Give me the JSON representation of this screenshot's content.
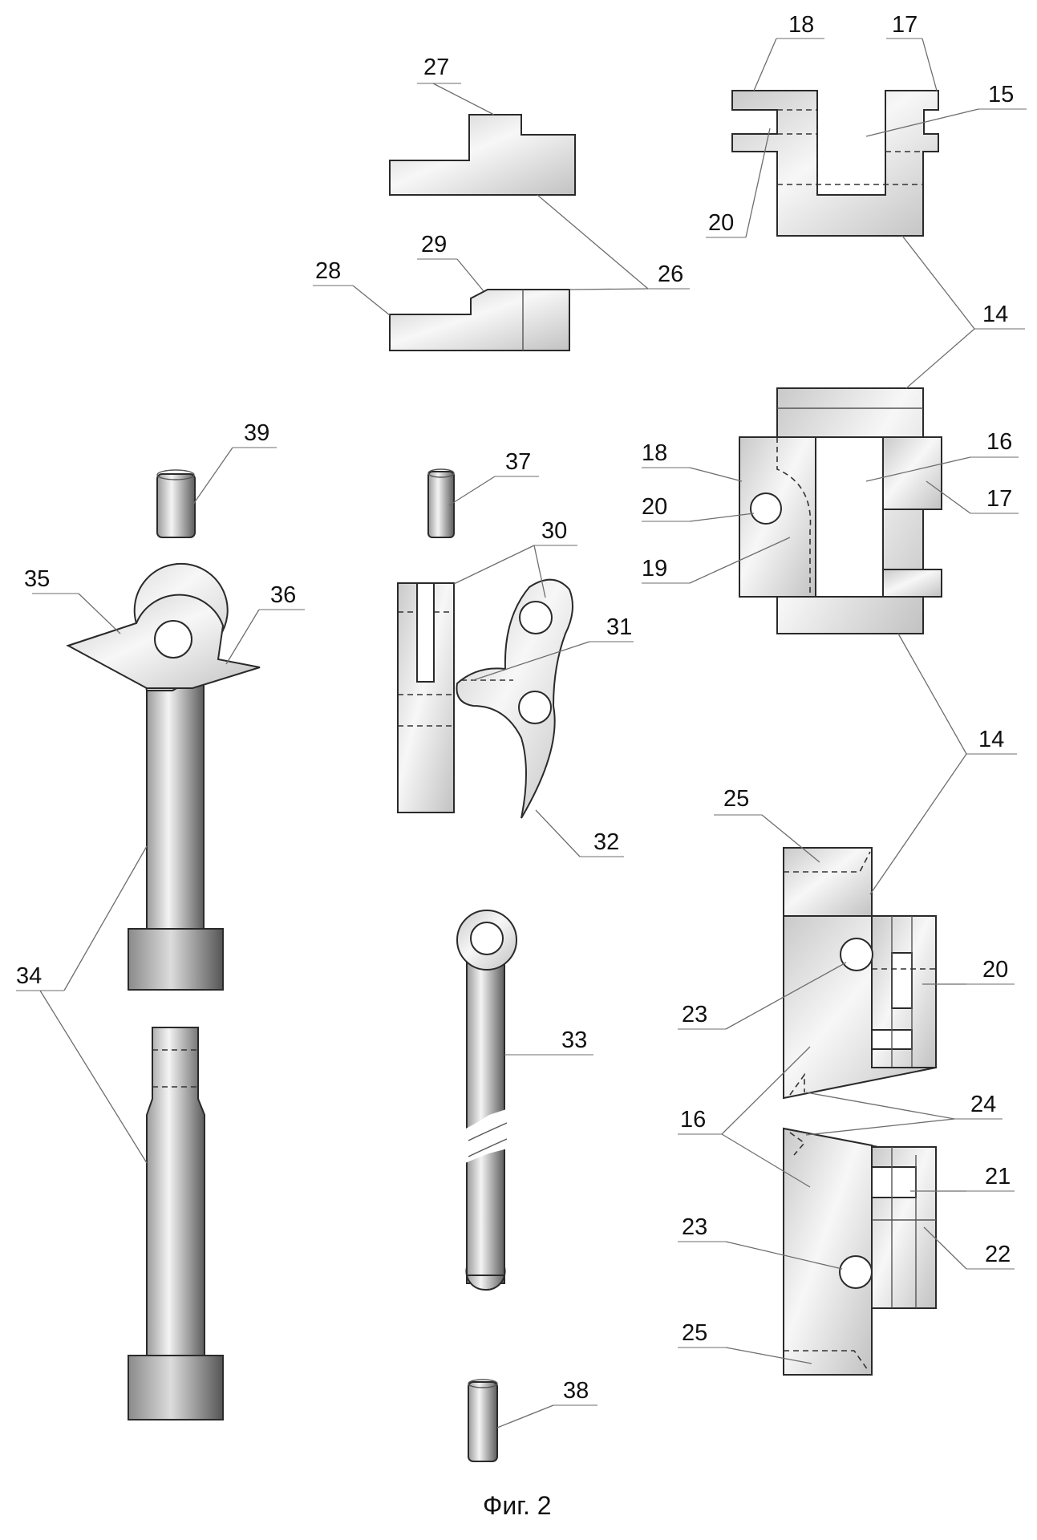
{
  "figure": {
    "caption": "Фиг. 2",
    "labels": {
      "l14a": "14",
      "l14b": "14",
      "l15": "15",
      "l16a": "16",
      "l16b": "16",
      "l17a": "17",
      "l17b": "17",
      "l18a": "18",
      "l18b": "18",
      "l19": "19",
      "l20a": "20",
      "l20b": "20",
      "l20c": "20",
      "l21": "21",
      "l22": "22",
      "l23a": "23",
      "l23b": "23",
      "l24": "24",
      "l25a": "25",
      "l25b": "25",
      "l26": "26",
      "l27": "27",
      "l28": "28",
      "l29": "29",
      "l30": "30",
      "l31": "31",
      "l32": "32",
      "l33": "33",
      "l34": "34",
      "l35": "35",
      "l36": "36",
      "l37": "37",
      "l38": "38",
      "l39": "39"
    }
  }
}
